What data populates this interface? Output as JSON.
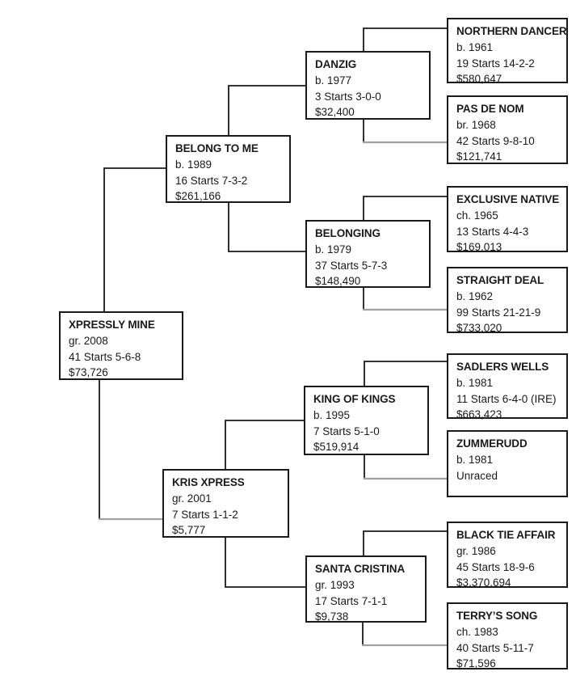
{
  "diagram": {
    "type": "horse-pedigree-tree",
    "subject": "XPRESSLY MINE",
    "columns": 4
  },
  "colors": {
    "page_background": "#ffffff",
    "box_background": "#ffffff",
    "box_border": "#1a1a1a",
    "text": "#1a1a1a",
    "connector": "#1a1a1a",
    "connector_light": "#a0a0a0"
  },
  "nodes": [
    {
      "id": "xpressly-mine",
      "generation": 1,
      "name": "XPRESSLY MINE",
      "color_year": "gr. 2008",
      "record": "41 Starts 5-6-8",
      "earnings": "$73,726"
    },
    {
      "id": "belong-to-me",
      "generation": 2,
      "name": "BELONG TO ME",
      "color_year": "b. 1989",
      "record": "16 Starts 7-3-2",
      "earnings": "$261,166"
    },
    {
      "id": "kris-xpress",
      "generation": 2,
      "name": "KRIS XPRESS",
      "color_year": "gr. 2001",
      "record": "7 Starts 1-1-2",
      "earnings": "$5,777"
    },
    {
      "id": "danzig",
      "generation": 3,
      "name": "DANZIG",
      "color_year": "b. 1977",
      "record": "3 Starts 3-0-0",
      "earnings": "$32,400"
    },
    {
      "id": "belonging",
      "generation": 3,
      "name": "BELONGING",
      "color_year": "b. 1979",
      "record": "37 Starts 5-7-3",
      "earnings": "$148,490"
    },
    {
      "id": "king-of-kings",
      "generation": 3,
      "name": "KING OF KINGS",
      "color_year": "b. 1995",
      "record": "7 Starts 5-1-0",
      "earnings": "$519,914"
    },
    {
      "id": "santa-cristina",
      "generation": 3,
      "name": "SANTA CRISTINA",
      "color_year": "gr. 1993",
      "record": "17 Starts 7-1-1",
      "earnings": "$9,738"
    },
    {
      "id": "northern-dancer",
      "generation": 4,
      "name": "NORTHERN DANCER",
      "color_year": "b. 1961",
      "record": "19 Starts 14-2-2",
      "earnings": "$580,647"
    },
    {
      "id": "pas-de-nom",
      "generation": 4,
      "name": "PAS DE NOM",
      "color_year": "br. 1968",
      "record": "42 Starts 9-8-10",
      "earnings": "$121,741"
    },
    {
      "id": "exclusive-native",
      "generation": 4,
      "name": "EXCLUSIVE NATIVE",
      "color_year": "ch. 1965",
      "record": "13 Starts 4-4-3",
      "earnings": "$169,013"
    },
    {
      "id": "straight-deal",
      "generation": 4,
      "name": "STRAIGHT DEAL",
      "color_year": "b. 1962",
      "record": "99 Starts 21-21-9",
      "earnings": "$733,020"
    },
    {
      "id": "sadlers-wells",
      "generation": 4,
      "name": "SADLERS WELLS",
      "color_year": "b. 1981",
      "record": "11 Starts 6-4-0 (IRE)",
      "earnings": "$663,423"
    },
    {
      "id": "zummerudd",
      "generation": 4,
      "name": "ZUMMERUDD",
      "color_year": "b. 1981",
      "record": "Unraced"
    },
    {
      "id": "black-tie-affair",
      "generation": 4,
      "name": "BLACK TIE AFFAIR",
      "color_year": "gr. 1986",
      "record": "45 Starts 18-9-6",
      "earnings": "$3,370,694"
    },
    {
      "id": "terrys-song",
      "generation": 4,
      "name": "TERRY’S SONG",
      "color_year": "ch. 1983",
      "record": "40 Starts 5-11-7",
      "earnings": "$71,596"
    }
  ],
  "edges": [
    {
      "from": "xpressly-mine",
      "to": "belong-to-me",
      "branch": "top"
    },
    {
      "from": "xpressly-mine",
      "to": "kris-xpress",
      "branch": "bottom"
    },
    {
      "from": "belong-to-me",
      "to": "danzig",
      "branch": "top"
    },
    {
      "from": "belong-to-me",
      "to": "belonging",
      "branch": "bottom"
    },
    {
      "from": "kris-xpress",
      "to": "king-of-kings",
      "branch": "top"
    },
    {
      "from": "kris-xpress",
      "to": "santa-cristina",
      "branch": "bottom"
    },
    {
      "from": "danzig",
      "to": "northern-dancer",
      "branch": "top"
    },
    {
      "from": "danzig",
      "to": "pas-de-nom",
      "branch": "bottom"
    },
    {
      "from": "belonging",
      "to": "exclusive-native",
      "branch": "top"
    },
    {
      "from": "belonging",
      "to": "straight-deal",
      "branch": "bottom"
    },
    {
      "from": "king-of-kings",
      "to": "sadlers-wells",
      "branch": "top"
    },
    {
      "from": "king-of-kings",
      "to": "zummerudd",
      "branch": "bottom"
    },
    {
      "from": "santa-cristina",
      "to": "black-tie-affair",
      "branch": "top"
    },
    {
      "from": "santa-cristina",
      "to": "terrys-song",
      "branch": "bottom"
    }
  ]
}
